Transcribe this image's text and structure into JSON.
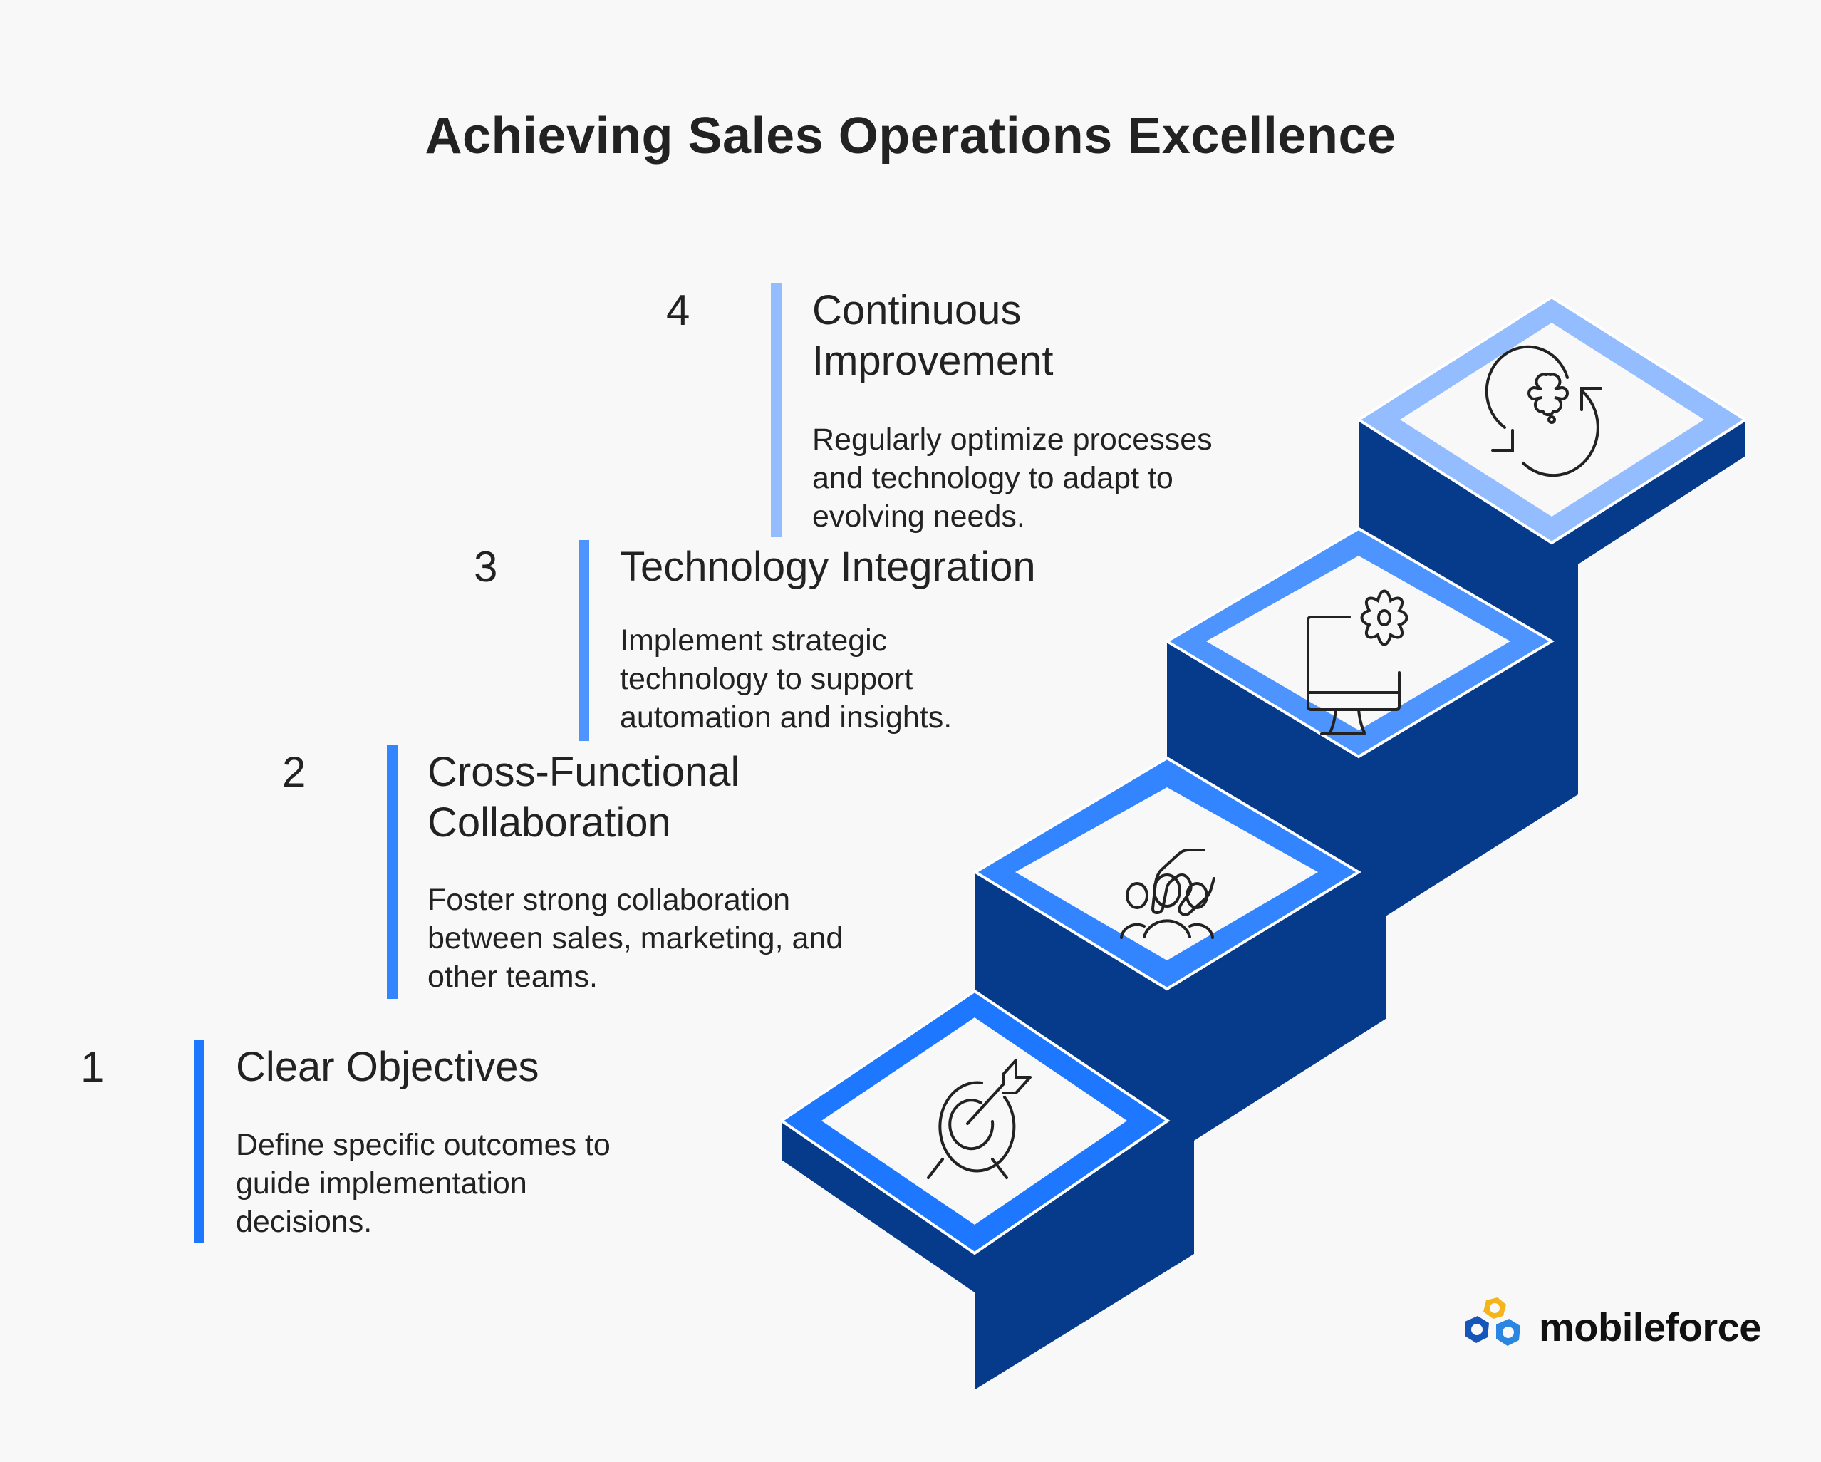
{
  "title": "Achieving Sales Operations Excellence",
  "colors": {
    "background": "#f8f8f8",
    "dark_blue": "#063a8a",
    "step1": "#1e78ff",
    "step2": "#3385ff",
    "step3": "#4d94ff",
    "step4": "#94bdff",
    "text": "#222222"
  },
  "steps": [
    {
      "number": "1",
      "title_lines": [
        "Clear Objectives"
      ],
      "description_lines": [
        "Define specific outcomes to",
        "guide implementation",
        "decisions."
      ],
      "icon": "target-arrow-icon",
      "color": "#1e78ff"
    },
    {
      "number": "2",
      "title_lines": [
        "Cross-Functional",
        "Collaboration"
      ],
      "description_lines": [
        "Foster strong collaboration",
        "between sales, marketing, and",
        "other teams."
      ],
      "icon": "team-hand-icon",
      "color": "#3385ff"
    },
    {
      "number": "3",
      "title_lines": [
        "Technology Integration"
      ],
      "description_lines": [
        "Implement strategic",
        "technology to support",
        "automation and insights."
      ],
      "icon": "monitor-gear-icon",
      "color": "#4d94ff"
    },
    {
      "number": "4",
      "title_lines": [
        "Continuous",
        "Improvement"
      ],
      "description_lines": [
        "Regularly optimize processes",
        "and technology to adapt to",
        "evolving needs."
      ],
      "icon": "cycle-gear-icon",
      "color": "#94bdff"
    }
  ],
  "logo": {
    "text": "mobileforce"
  }
}
